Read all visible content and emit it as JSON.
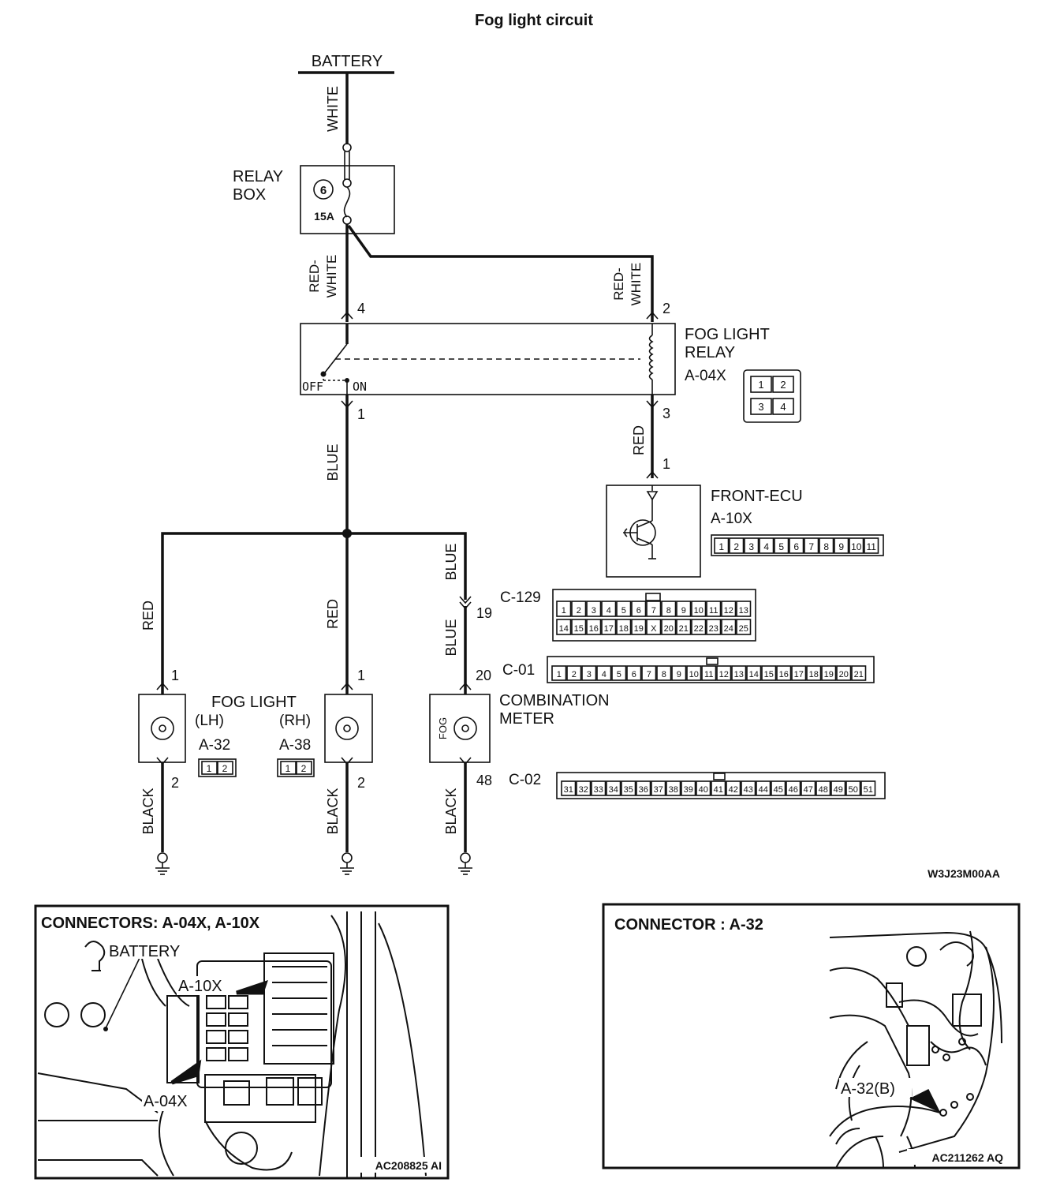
{
  "title": "Fog light circuit",
  "figure_code": "W3J23M00AA",
  "battery": "BATTERY",
  "relay_box": {
    "label_line1": "RELAY",
    "label_line2": "BOX",
    "fuse_number": "6",
    "fuse_rating": "15A"
  },
  "wires": {
    "white": "WHITE",
    "red_white_line1": "RED-",
    "red_white_line2": "WHITE",
    "blue": "BLUE",
    "red": "RED",
    "black": "BLACK"
  },
  "fog_light_relay": {
    "label_line1": "FOG LIGHT",
    "label_line2": "RELAY",
    "connector": "A-04X",
    "off": "OFF",
    "on": "ON",
    "pins": [
      "4",
      "2",
      "1",
      "3"
    ],
    "connector_pins": [
      "1",
      "2",
      "3",
      "4"
    ]
  },
  "front_ecu": {
    "label": "FRONT-ECU",
    "connector": "A-10X",
    "pin": "1",
    "connector_pins": [
      "1",
      "2",
      "3",
      "4",
      "5",
      "6",
      "7",
      "8",
      "9",
      "10",
      "11"
    ]
  },
  "fog_light": {
    "label": "FOG LIGHT",
    "lh": "(LH)",
    "rh": "(RH)",
    "lh_connector": "A-32",
    "rh_connector": "A-38",
    "pin_in": "1",
    "pin_out": "2",
    "connector_pins": [
      "1",
      "2"
    ]
  },
  "combination_meter": {
    "label_line1": "COMBINATION",
    "label_line2": "METER",
    "symbol": "FOG",
    "pin_c129": "19",
    "pin_c01": "20",
    "pin_c02": "48"
  },
  "connectors": {
    "c129": {
      "name": "C-129",
      "row1": [
        "1",
        "2",
        "3",
        "4",
        "5",
        "6",
        "7",
        "8",
        "9",
        "10",
        "11",
        "12",
        "13"
      ],
      "row2": [
        "14",
        "15",
        "16",
        "17",
        "18",
        "19",
        "X",
        "20",
        "21",
        "22",
        "23",
        "24",
        "25"
      ]
    },
    "c01": {
      "name": "C-01",
      "pins": [
        "1",
        "2",
        "3",
        "4",
        "5",
        "6",
        "7",
        "8",
        "9",
        "10",
        "11",
        "12",
        "13",
        "14",
        "15",
        "16",
        "17",
        "18",
        "19",
        "20",
        "21"
      ]
    },
    "c02": {
      "name": "C-02",
      "pins": [
        "31",
        "32",
        "33",
        "34",
        "35",
        "36",
        "37",
        "38",
        "39",
        "40",
        "41",
        "42",
        "43",
        "44",
        "45",
        "46",
        "47",
        "48",
        "49",
        "50",
        "51"
      ]
    }
  },
  "panel_left": {
    "title": "CONNECTORS: A-04X, A-10X",
    "battery": "BATTERY",
    "label_a10x": "A-10X",
    "label_a04x": "A-04X",
    "code": "AC208825 AI"
  },
  "panel_right": {
    "title": "CONNECTOR : A-32",
    "label": "A-32(B)",
    "code": "AC211262 AQ"
  }
}
